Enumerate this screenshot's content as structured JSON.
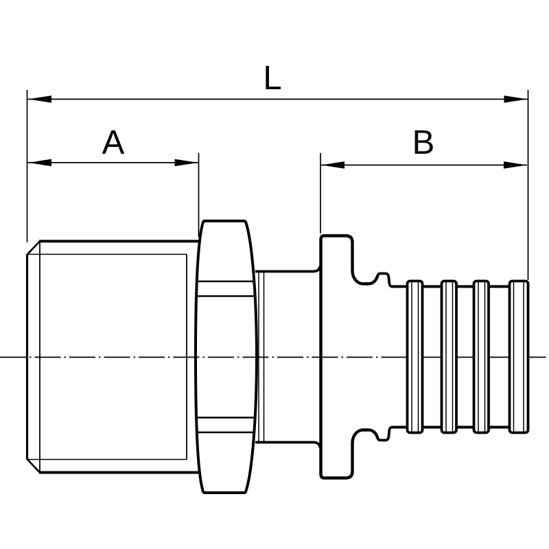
{
  "drawing": {
    "type": "technical-drawing",
    "subject": "pipe fitting adapter side elevation: male thread, hex, press-sleeve flange, fluted barb end",
    "background_color": "#ffffff",
    "line_color": "#000000",
    "dimension_labels": {
      "overall_length": "L",
      "thread_section": "A",
      "barb_section": "B"
    }
  }
}
